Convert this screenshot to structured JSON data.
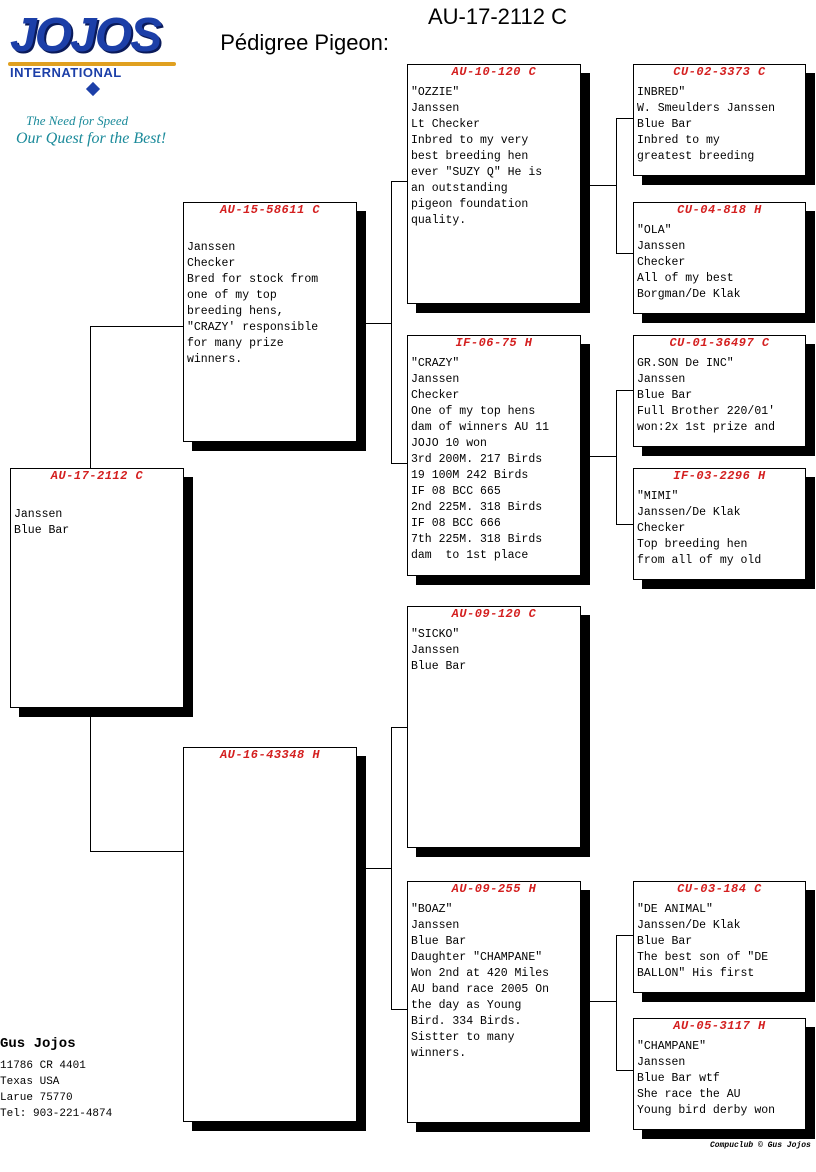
{
  "header": {
    "label": "Pédigree Pigeon:",
    "ring_number": "AU-17-2112 C"
  },
  "logo": {
    "brand": "JOJOS",
    "subbrand": "INTERNATIONAL",
    "tagline_1": "The Need for Speed",
    "tagline_2": "Our Quest for the Best!",
    "colors": {
      "brand_blue": "#1c3fa8",
      "tagline_teal": "#1a8a9a",
      "swoosh_gold": "#e0a020"
    }
  },
  "pigeons": {
    "subject": {
      "ring": "AU-17-2112 C",
      "text": "Janssen\nBlue Bar"
    },
    "sire": {
      "ring": "AU-15-58611 C",
      "text": "Janssen\nChecker\nBred for stock from\none of my top\nbreeding hens,\n\"CRAZY' responsible\nfor many prize\nwinners."
    },
    "dam": {
      "ring": "AU-16-43348 H",
      "text": ""
    },
    "ss": {
      "ring": "AU-10-120 C",
      "text": "\"OZZIE\"\nJanssen\nLt Checker\nInbred to my very\nbest breeding hen\never \"SUZY Q\" He is\nan outstanding\npigeon foundation\nquality."
    },
    "sd": {
      "ring": "IF-06-75 H",
      "text": "\"CRAZY\"\nJanssen\nChecker\nOne of my top hens\ndam of winners AU 11\nJOJO 10 won\n3rd 200M. 217 Birds\n19 100M 242 Birds\nIF 08 BCC 665\n2nd 225M. 318 Birds\nIF 08 BCC 666\n7th 225M. 318 Birds\ndam  to 1st place"
    },
    "ds": {
      "ring": "AU-09-120 C",
      "text": "\"SICKO\"\nJanssen\nBlue Bar"
    },
    "dd": {
      "ring": "AU-09-255 H",
      "text": "\"BOAZ\"\nJanssen\nBlue Bar\nDaughter \"CHAMPANE\"\nWon 2nd at 420 Miles\nAU band race 2005 On\nthe day as Young\nBird. 334 Birds.\nSistter to many\nwinners."
    },
    "sss": {
      "ring": "CU-02-3373 C",
      "text": "INBRED\"\nW. Smeulders Janssen\nBlue Bar\nInbred to my\ngreatest breeding"
    },
    "ssd": {
      "ring": "CU-04-818 H",
      "text": "\"OLA\"\nJanssen\nChecker\nAll of my best\nBorgman/De Klak"
    },
    "sds": {
      "ring": "CU-01-36497 C",
      "text": "GR.SON De INC\"\nJanssen\nBlue Bar\nFull Brother 220/01'\nwon:2x 1st prize and"
    },
    "sdd": {
      "ring": "IF-03-2296 H",
      "text": "\"MIMI\"\nJanssen/De Klak\nChecker\nTop breeding hen\nfrom all of my old"
    },
    "dds": {
      "ring": "CU-03-184 C",
      "text": "\"DE ANIMAL\"\nJanssen/De Klak\nBlue Bar\nThe best son of \"DE\nBALLON\" His first"
    },
    "ddd": {
      "ring": "AU-05-3117 H",
      "text": "\"CHAMPANE\"\nJanssen\nBlue Bar wtf\nShe race the AU\nYoung bird derby won"
    }
  },
  "breeder": {
    "name": "Gus Jojos",
    "address1": "11786 CR 4401",
    "address2": "Texas USA",
    "address3": "Larue 75770",
    "phone": "Tel: 903-221-4874"
  },
  "footer": {
    "credit": "Compuclub © Gus Jojos"
  },
  "colors": {
    "ring_red": "#d41f1f",
    "shadow": "#000000"
  }
}
